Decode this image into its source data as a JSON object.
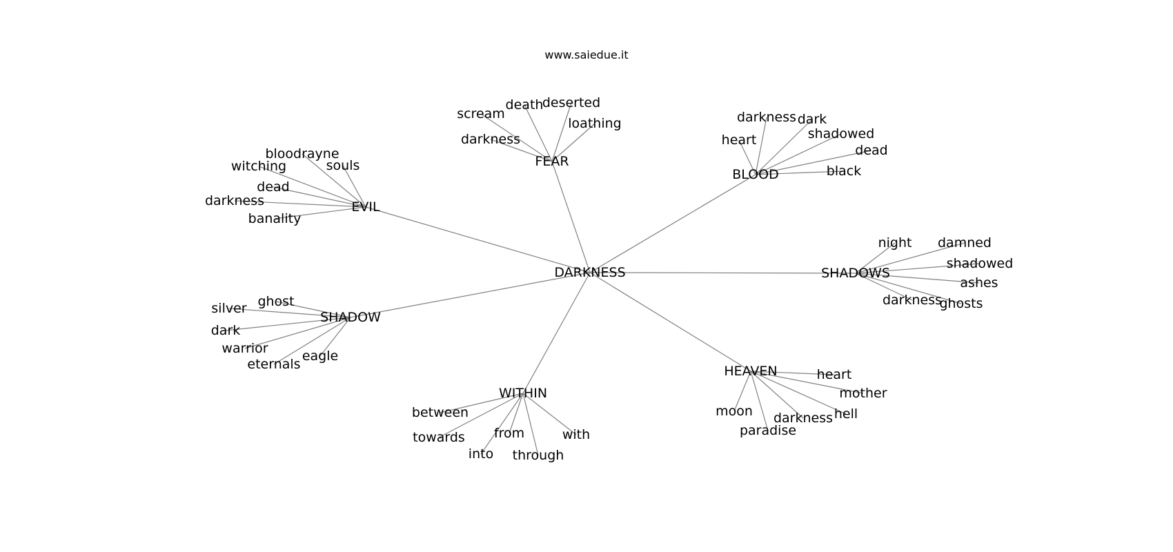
{
  "title": "www.saiedue.it",
  "colors": {
    "edge": "#808080",
    "text": "#000000",
    "background": "#ffffff"
  },
  "root": "DARKNESS",
  "hubs": [
    {
      "id": "fear",
      "label": "FEAR",
      "leaves": [
        "scream",
        "death",
        "deserted",
        "loathing",
        "darkness"
      ]
    },
    {
      "id": "blood",
      "label": "BLOOD",
      "leaves": [
        "darkness",
        "dark",
        "heart",
        "shadowed",
        "dead",
        "black"
      ]
    },
    {
      "id": "evil",
      "label": "EVIL",
      "leaves": [
        "bloodrayne",
        "witching",
        "souls",
        "dead",
        "darkness",
        "banality"
      ]
    },
    {
      "id": "shadows",
      "label": "SHADOWS",
      "leaves": [
        "night",
        "damned",
        "shadowed",
        "ashes",
        "darkness",
        "ghosts"
      ]
    },
    {
      "id": "shadow",
      "label": "SHADOW",
      "leaves": [
        "ghost",
        "silver",
        "dark",
        "warrior",
        "eagle",
        "eternals"
      ]
    },
    {
      "id": "heaven",
      "label": "HEAVEN",
      "leaves": [
        "heart",
        "mother",
        "hell",
        "darkness",
        "moon",
        "paradise"
      ]
    },
    {
      "id": "within",
      "label": "WITHIN",
      "leaves": [
        "between",
        "towards",
        "from",
        "with",
        "into",
        "through"
      ]
    }
  ]
}
